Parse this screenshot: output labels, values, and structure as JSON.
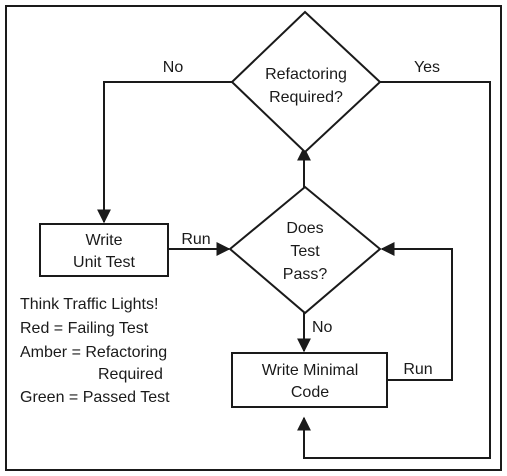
{
  "decision_refactor": {
    "line1": "Refactoring",
    "line2": "Required?"
  },
  "decision_pass": {
    "line1": "Does",
    "line2": "Test",
    "line3": "Pass?"
  },
  "box_unit_test": {
    "line1": "Write",
    "line2": "Unit Test"
  },
  "box_minimal_code": {
    "line1": "Write Minimal",
    "line2": "Code"
  },
  "edge_labels": {
    "no_top": "No",
    "yes_top": "Yes",
    "run_to_pass": "Run",
    "no_bottom": "No",
    "run_from_code": "Run"
  },
  "legend": {
    "title": "Think Traffic Lights!",
    "red": "Red = Failing Test",
    "amber_1": "Amber = Refactoring",
    "amber_2": "Required",
    "green": "Green = Passed Test"
  }
}
